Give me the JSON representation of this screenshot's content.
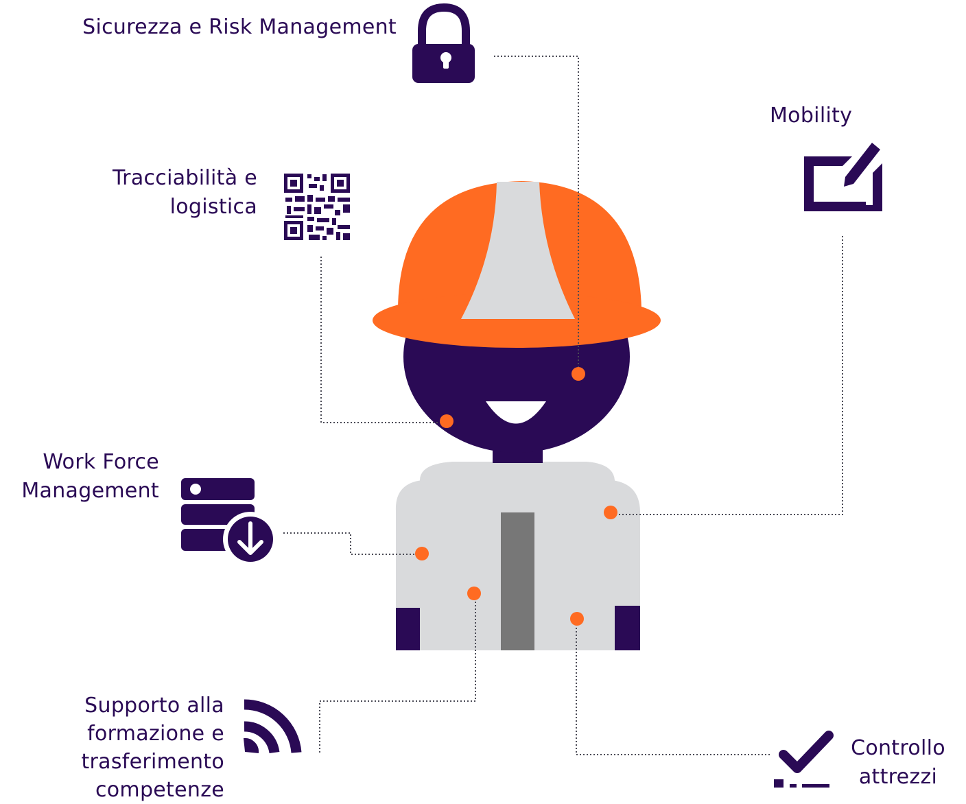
{
  "colors": {
    "primary": "#2a0a55",
    "accent_orange": "#ff6b22",
    "light_gray": "#d9dadc",
    "dark_gray": "#777777",
    "connector": "#4a4a55"
  },
  "labels": {
    "sicurezza": "Sicurezza e Risk  Management",
    "mobility": "Mobility",
    "tracciabilita": [
      "Tracciabilità  e",
      "logistica"
    ],
    "workforce": [
      "Work Force",
      "Management"
    ],
    "supporto": [
      "Supporto alla",
      "formazione e",
      "trasferimento",
      "competenze"
    ],
    "controllo": [
      "Controllo",
      "attrezzi"
    ]
  },
  "icons": {
    "sicurezza": "lock-icon",
    "mobility": "tablet-pen-icon",
    "tracciabilita": "qr-code-icon",
    "workforce": "server-download-icon",
    "supporto": "feed-icon",
    "controllo": "checklist-icon"
  }
}
